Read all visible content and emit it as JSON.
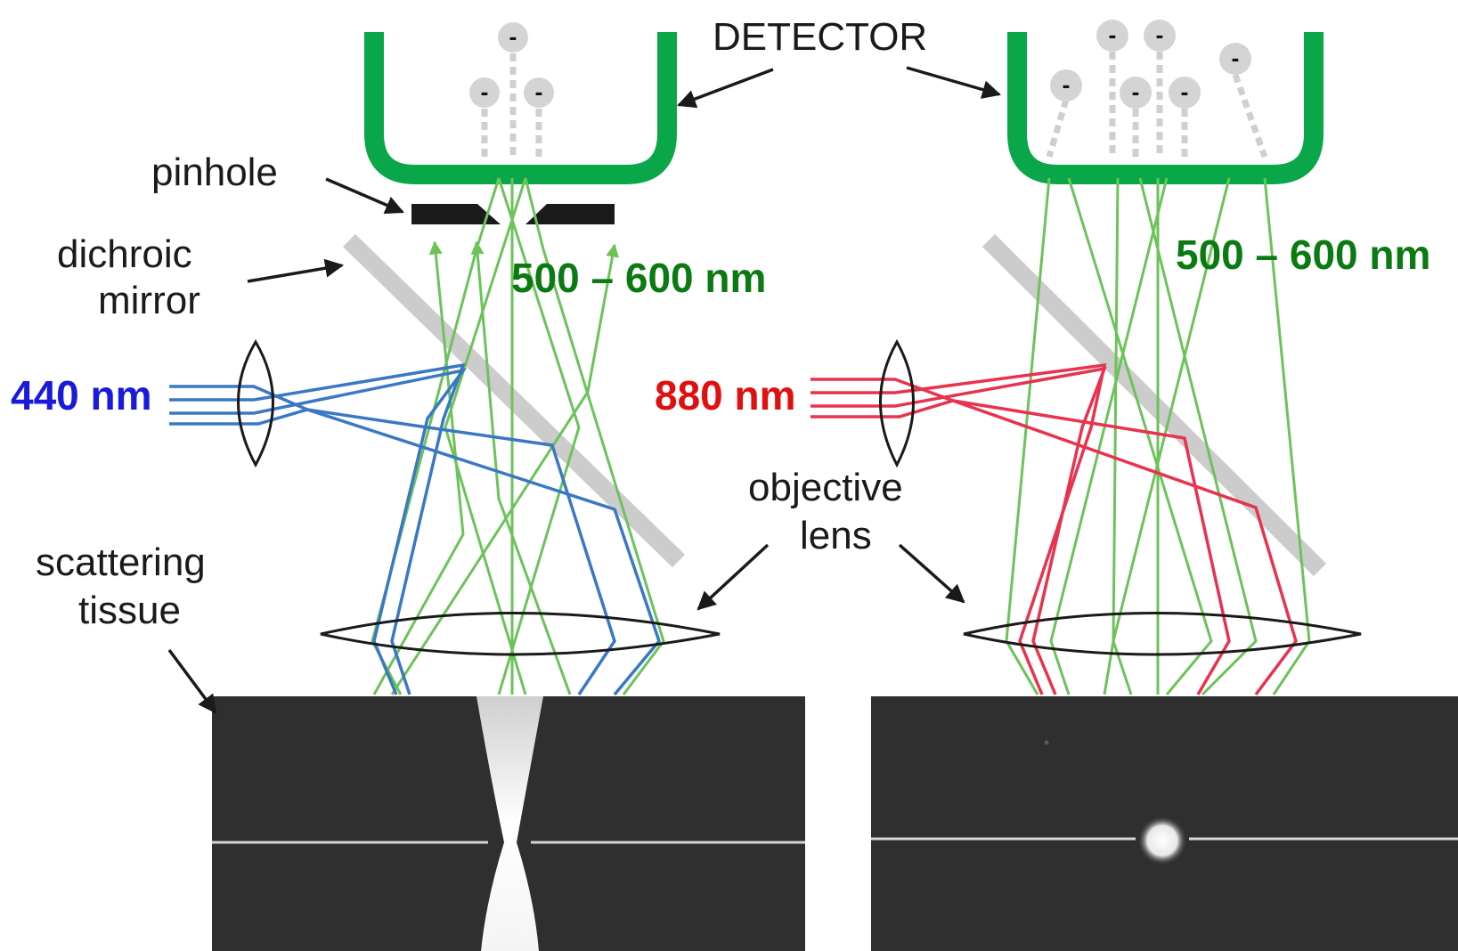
{
  "labels": {
    "detector": "DETECTOR",
    "pinhole": "pinhole",
    "dichroic_line1": "dichroic",
    "dichroic_line2": "mirror",
    "objective_line1": "objective",
    "objective_line2": "lens",
    "scattering_line1": "scattering",
    "scattering_line2": "tissue"
  },
  "wavelengths": {
    "left_excitation": "440 nm",
    "right_excitation": "880 nm",
    "left_emission": "500 – 600 nm",
    "right_emission": "500 – 600 nm"
  },
  "electron_symbol": "-",
  "colors": {
    "detector": "#0aa64a",
    "emission": "#6cc35a",
    "blue_beam": "#3b78c4",
    "red_beam": "#e8334f",
    "label_blue": "#1a1adc",
    "label_red": "#e01010",
    "label_green": "#0b7a12",
    "mirror": "#cccccc",
    "electron": "#d4d4d4"
  }
}
